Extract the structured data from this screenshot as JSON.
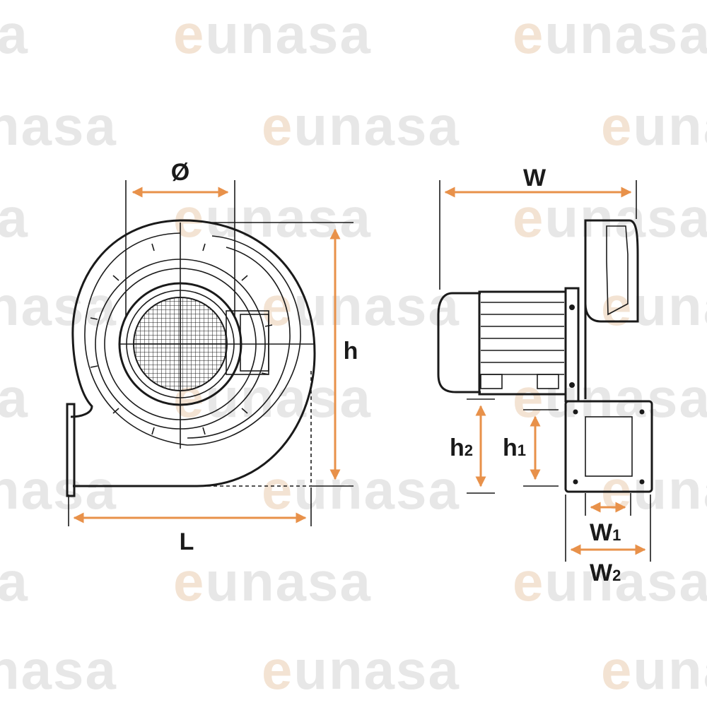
{
  "watermark": {
    "text": "eunasa"
  },
  "colors": {
    "dimension": "#e8914a",
    "line": "#1a1a1a",
    "watermark": "#e7e7e7",
    "watermark_accent": "#f3e3d3"
  },
  "labels": {
    "diameter": "Ø",
    "W": "W",
    "h": "h",
    "L": "L",
    "h2_main": "h",
    "h2_sub": "2",
    "h1_main": "h",
    "h1_sub": "1",
    "W1_main": "W",
    "W1_sub": "1",
    "W2_main": "W",
    "W2_sub": "2"
  }
}
